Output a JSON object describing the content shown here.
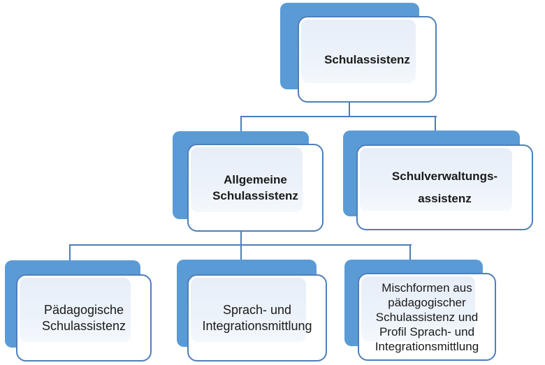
{
  "diagram": {
    "title": "Schulassistenz Organigramm",
    "type": "hierarchy-org-chart",
    "background": "#ffffff",
    "colors": {
      "back_rect": "#5b9bd5",
      "front_border": "#4e7fba",
      "front_fill": "#ffffff",
      "inner_fill_top": "#e7eef8",
      "inner_fill_bottom": "#f4f8fd",
      "connector": "#4f7cb8",
      "text": "#1a1a1a"
    },
    "nodes": [
      {
        "id": "root",
        "level": 1,
        "bold": true,
        "parent": null,
        "label": "Schulassistenz"
      },
      {
        "id": "allgemeine",
        "level": 2,
        "bold": true,
        "parent": "root",
        "label": "Allgemeine\nSchulassistenz"
      },
      {
        "id": "schulverwaltung",
        "level": 2,
        "bold": true,
        "parent": "root",
        "label": "Schulverwaltungs-\nassistenz"
      },
      {
        "id": "paedagogische",
        "level": 3,
        "bold": false,
        "parent": "allgemeine",
        "label": "Pädagogische\nSchulassistenz"
      },
      {
        "id": "sprach",
        "level": 3,
        "bold": false,
        "parent": "allgemeine",
        "label": "Sprach- und\nIntegrationsmittlung"
      },
      {
        "id": "mischformen",
        "level": 3,
        "bold": false,
        "parent": "allgemeine",
        "label": "Mischformen aus\npädagogischer\nSchulassistenz und\nProfil Sprach- und\nIntegrationsmittlung"
      }
    ]
  }
}
